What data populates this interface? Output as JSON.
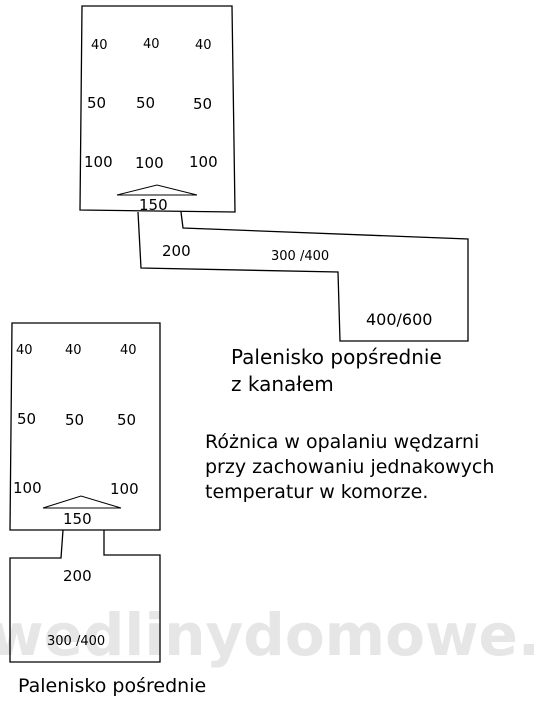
{
  "watermark": "wedlinydomowe.pl",
  "top_diagram": {
    "chamber_rows": [
      [
        "40",
        "40",
        "40"
      ],
      [
        "50",
        "50",
        "50"
      ],
      [
        "100",
        "100",
        "100"
      ]
    ],
    "outlet_temp": "150",
    "channel_temp": "200",
    "channel_far_temp": "300 /400",
    "firebox_temp": "400/600",
    "caption_line1": "Palenisko popśrednie",
    "caption_line2": "z kanałem"
  },
  "bottom_diagram": {
    "chamber_rows": [
      [
        "40",
        "40",
        "40"
      ],
      [
        "50",
        "50",
        "50"
      ],
      [
        "100",
        "100"
      ]
    ],
    "outlet_temp": "150",
    "firebox_temp_top": "200",
    "firebox_temp_bottom": "300 /400",
    "caption": "Palenisko pośrednie"
  },
  "note": {
    "line1": "Różnica w opalaniu wędzarni",
    "line2": "przy zachowaniu jednakowych",
    "line3": "temperatur w komorze."
  }
}
